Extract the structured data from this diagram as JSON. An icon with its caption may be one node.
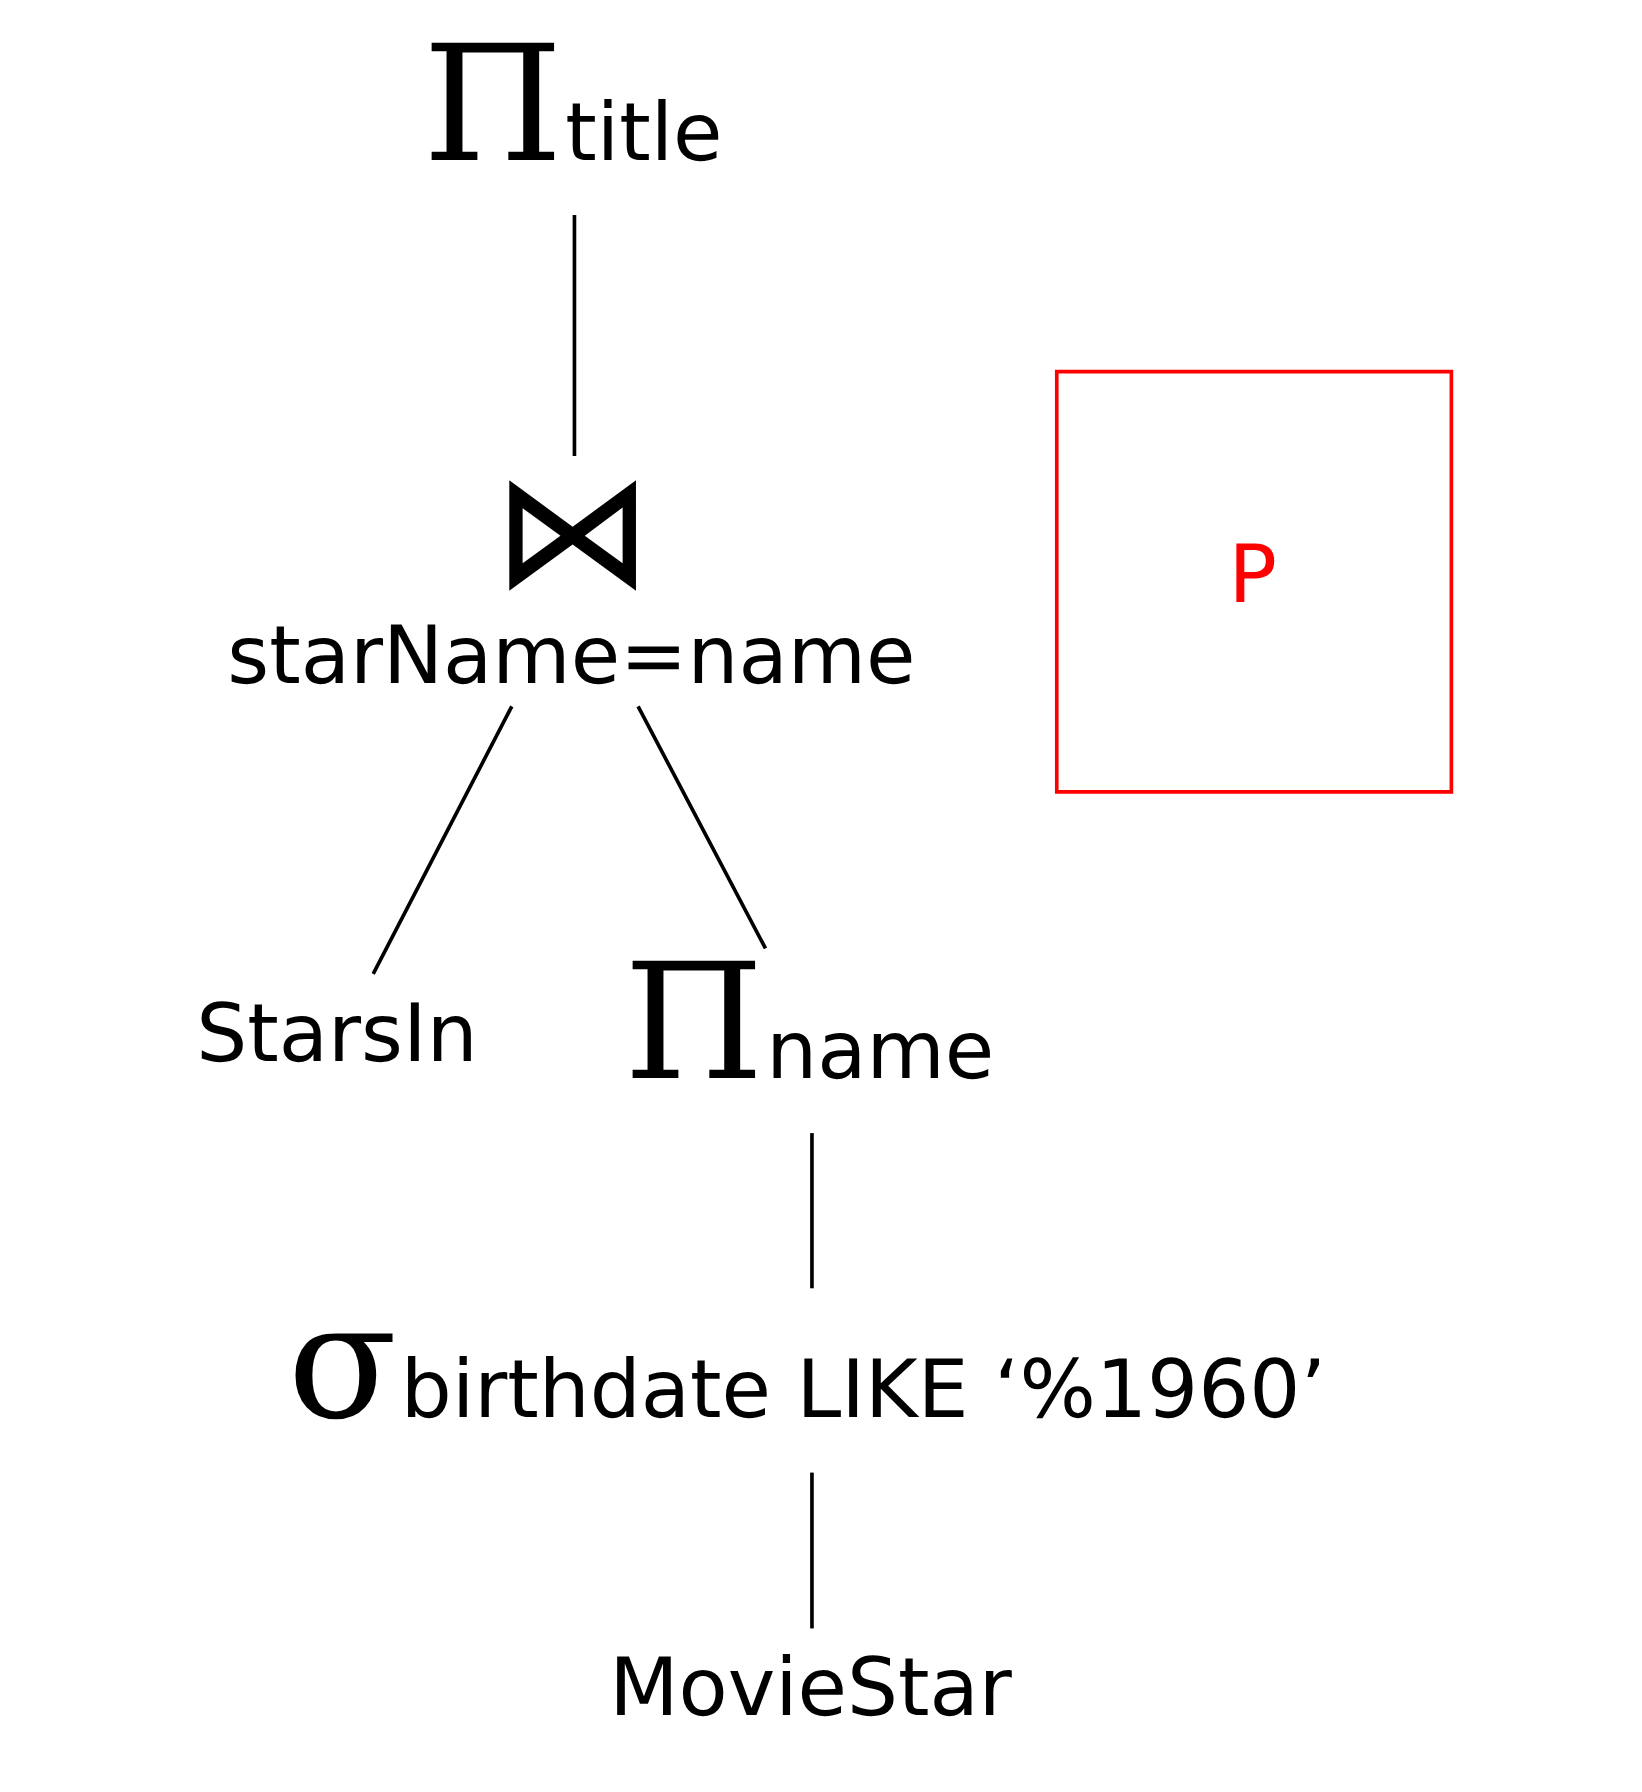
{
  "diagram": {
    "nodes": [
      {
        "text": [
          "Πtitle"
        ]
      },
      {
        "text": [
          "⋈",
          "starName=name"
        ]
      },
      {
        "text": [
          "StarsIn"
        ]
      },
      {
        "text": [
          "Πname"
        ]
      },
      {
        "text": [
          "σbirthdate LIKE ‘%1960’"
        ]
      },
      {
        "text": [
          "MovieStar"
        ]
      },
      {
        "text": [
          "P"
        ]
      }
    ],
    "edges": [
      {
        "from": 0,
        "to": 1,
        "arrow": "none"
      },
      {
        "from": 1,
        "to": 2,
        "arrow": "none"
      },
      {
        "from": 1,
        "to": 3,
        "arrow": "none"
      },
      {
        "from": 3,
        "to": 4,
        "arrow": "none"
      },
      {
        "from": 4,
        "to": 5,
        "arrow": "none"
      }
    ]
  }
}
